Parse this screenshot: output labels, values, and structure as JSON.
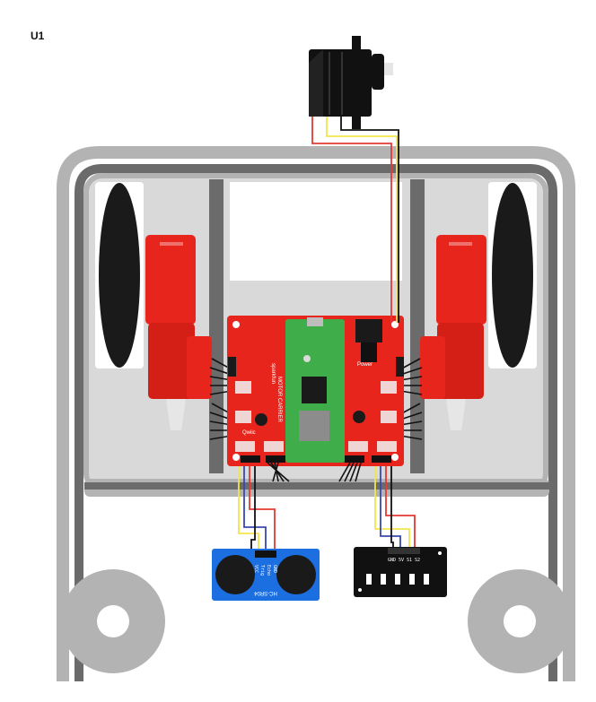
{
  "label": "U1",
  "ultrasonic": {
    "name": "HC-SR04",
    "pins": [
      "VCC",
      "Trig",
      "Echo",
      "GND"
    ]
  },
  "line_sensor": {
    "pins": [
      "GND",
      "5V",
      "S1",
      "S2"
    ]
  },
  "board": {
    "brand": "sparkfun",
    "name": "MOTOR CARRIER",
    "labels": [
      "Power",
      "Qwiic"
    ]
  },
  "colors": {
    "chassis": "#b3b3b3",
    "chassis_dark": "#6b6b6b",
    "motor": "#e8251c",
    "board": "#e8251c",
    "board_green": "#3fae4a",
    "servo": "#111111",
    "sensor_blue": "#1c6fe0",
    "wire_red": "#e53935",
    "wire_yellow": "#f2e64a",
    "wire_black": "#111111",
    "wire_blue": "#3949ab"
  }
}
